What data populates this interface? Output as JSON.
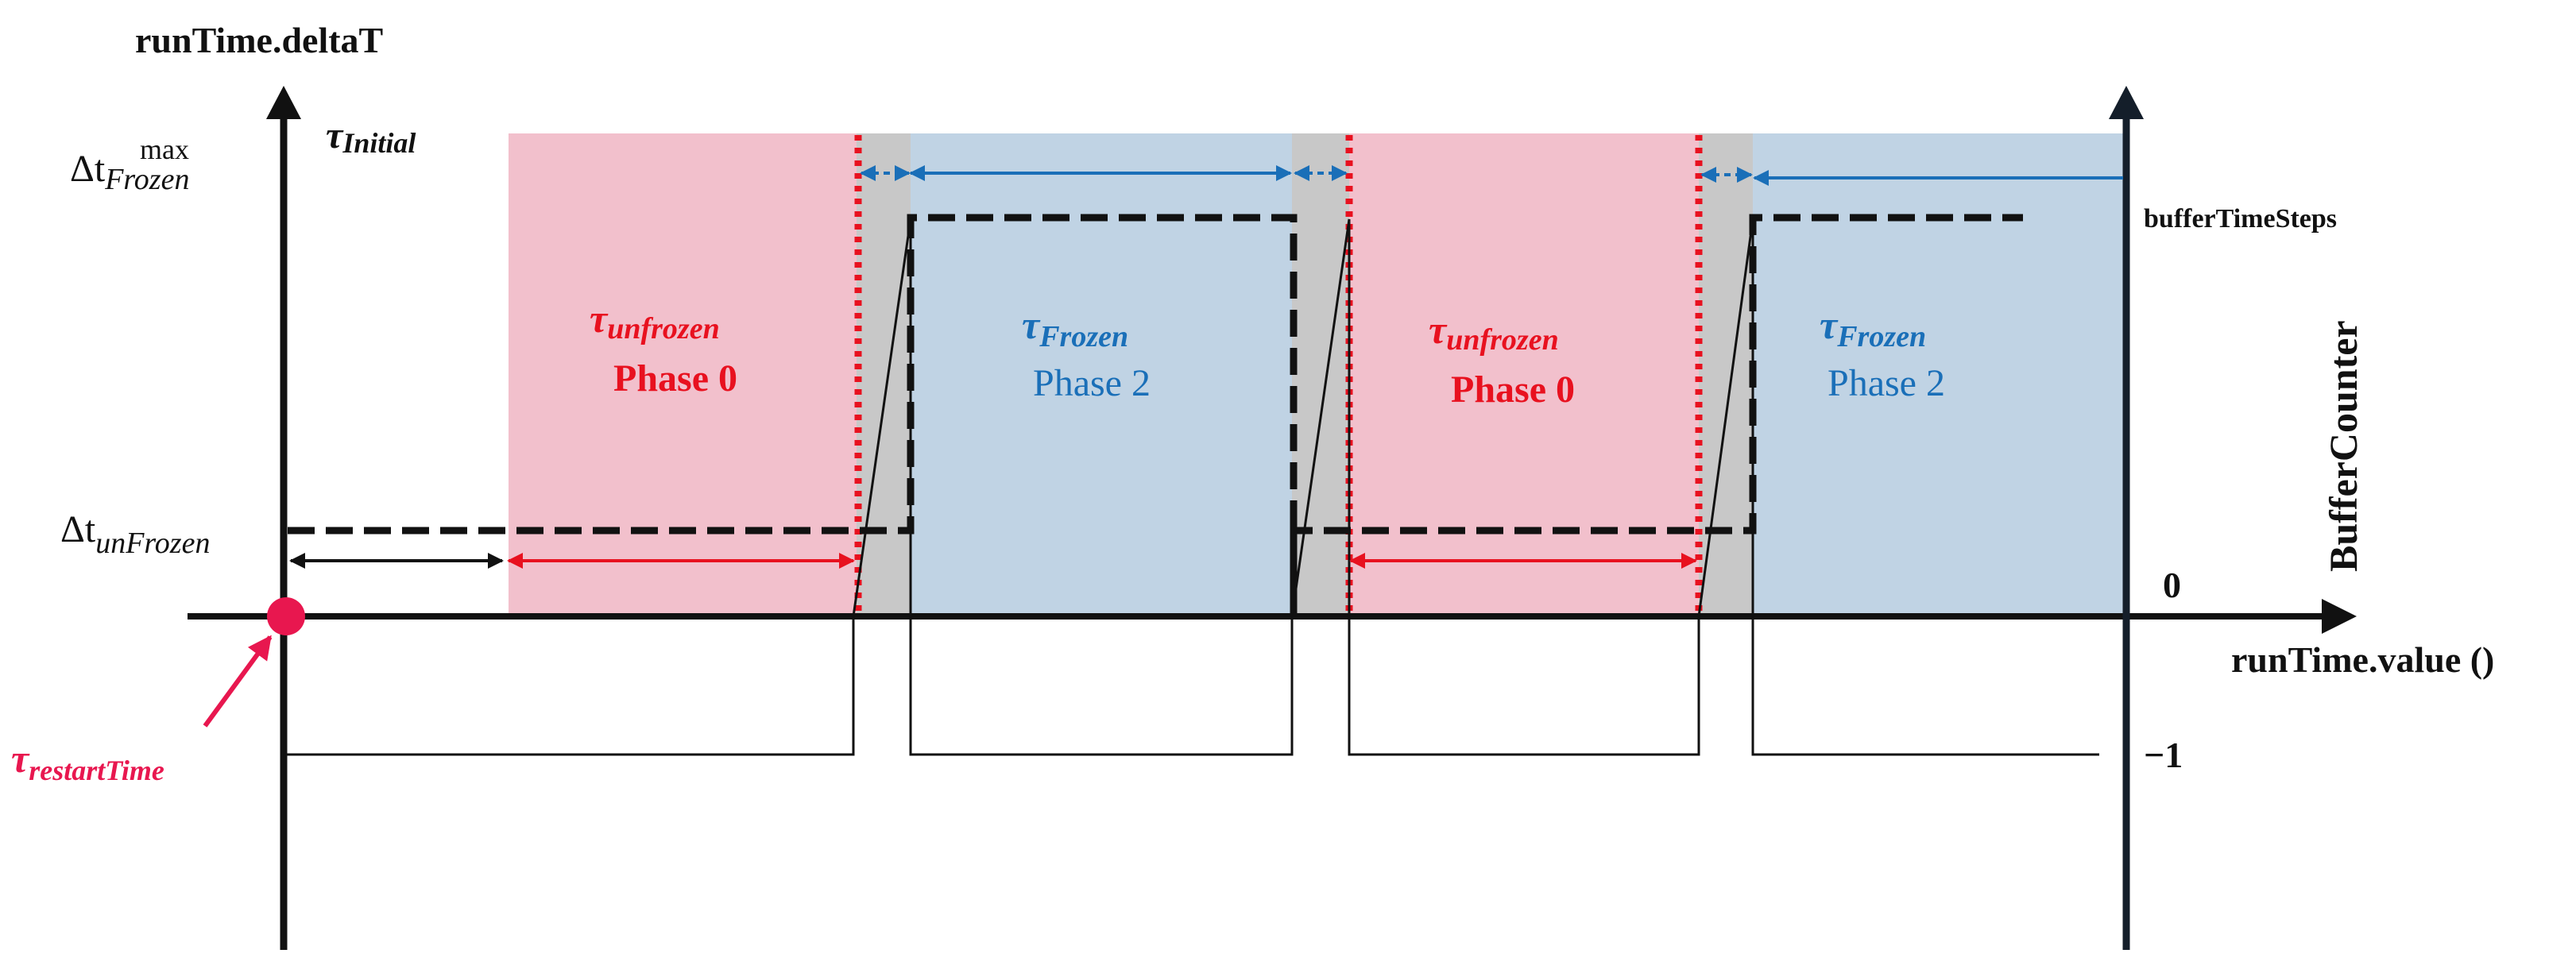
{
  "labels": {
    "left_axis_title": "runTime.deltaT",
    "x_axis_title": "runTime.value ()",
    "right_axis_title": "BufferCounter",
    "buffer_time_steps": "bufferTimeSteps",
    "zero": "0",
    "minus_one": "−1",
    "delta": "Δt",
    "max": "max",
    "frozen_sub": "Frozen",
    "unfrozen_sub": "unFrozen",
    "tau": "τ",
    "initial_sub": "Initial",
    "restart_sub": "restartTime"
  },
  "phases": [
    {
      "tau_sub": "unfrozen",
      "phase_label": "Phase 0",
      "kind": "unfrozen"
    },
    {
      "tau_sub": "Frozen",
      "phase_label": "Phase 2",
      "kind": "frozen"
    },
    {
      "tau_sub": "unfrozen",
      "phase_label": "Phase 0",
      "kind": "unfrozen"
    },
    {
      "tau_sub": "Frozen",
      "phase_label": "Phase 2",
      "kind": "frozen"
    }
  ],
  "colors": {
    "unfrozen_fill": "#f2c0cc",
    "frozen_fill": "#c0d3e4",
    "transition_fill": "#c8c8c8",
    "red": "#e8111f",
    "blue": "#1a6fb8",
    "dark": "#141e2a",
    "restart": "#e8174f"
  }
}
